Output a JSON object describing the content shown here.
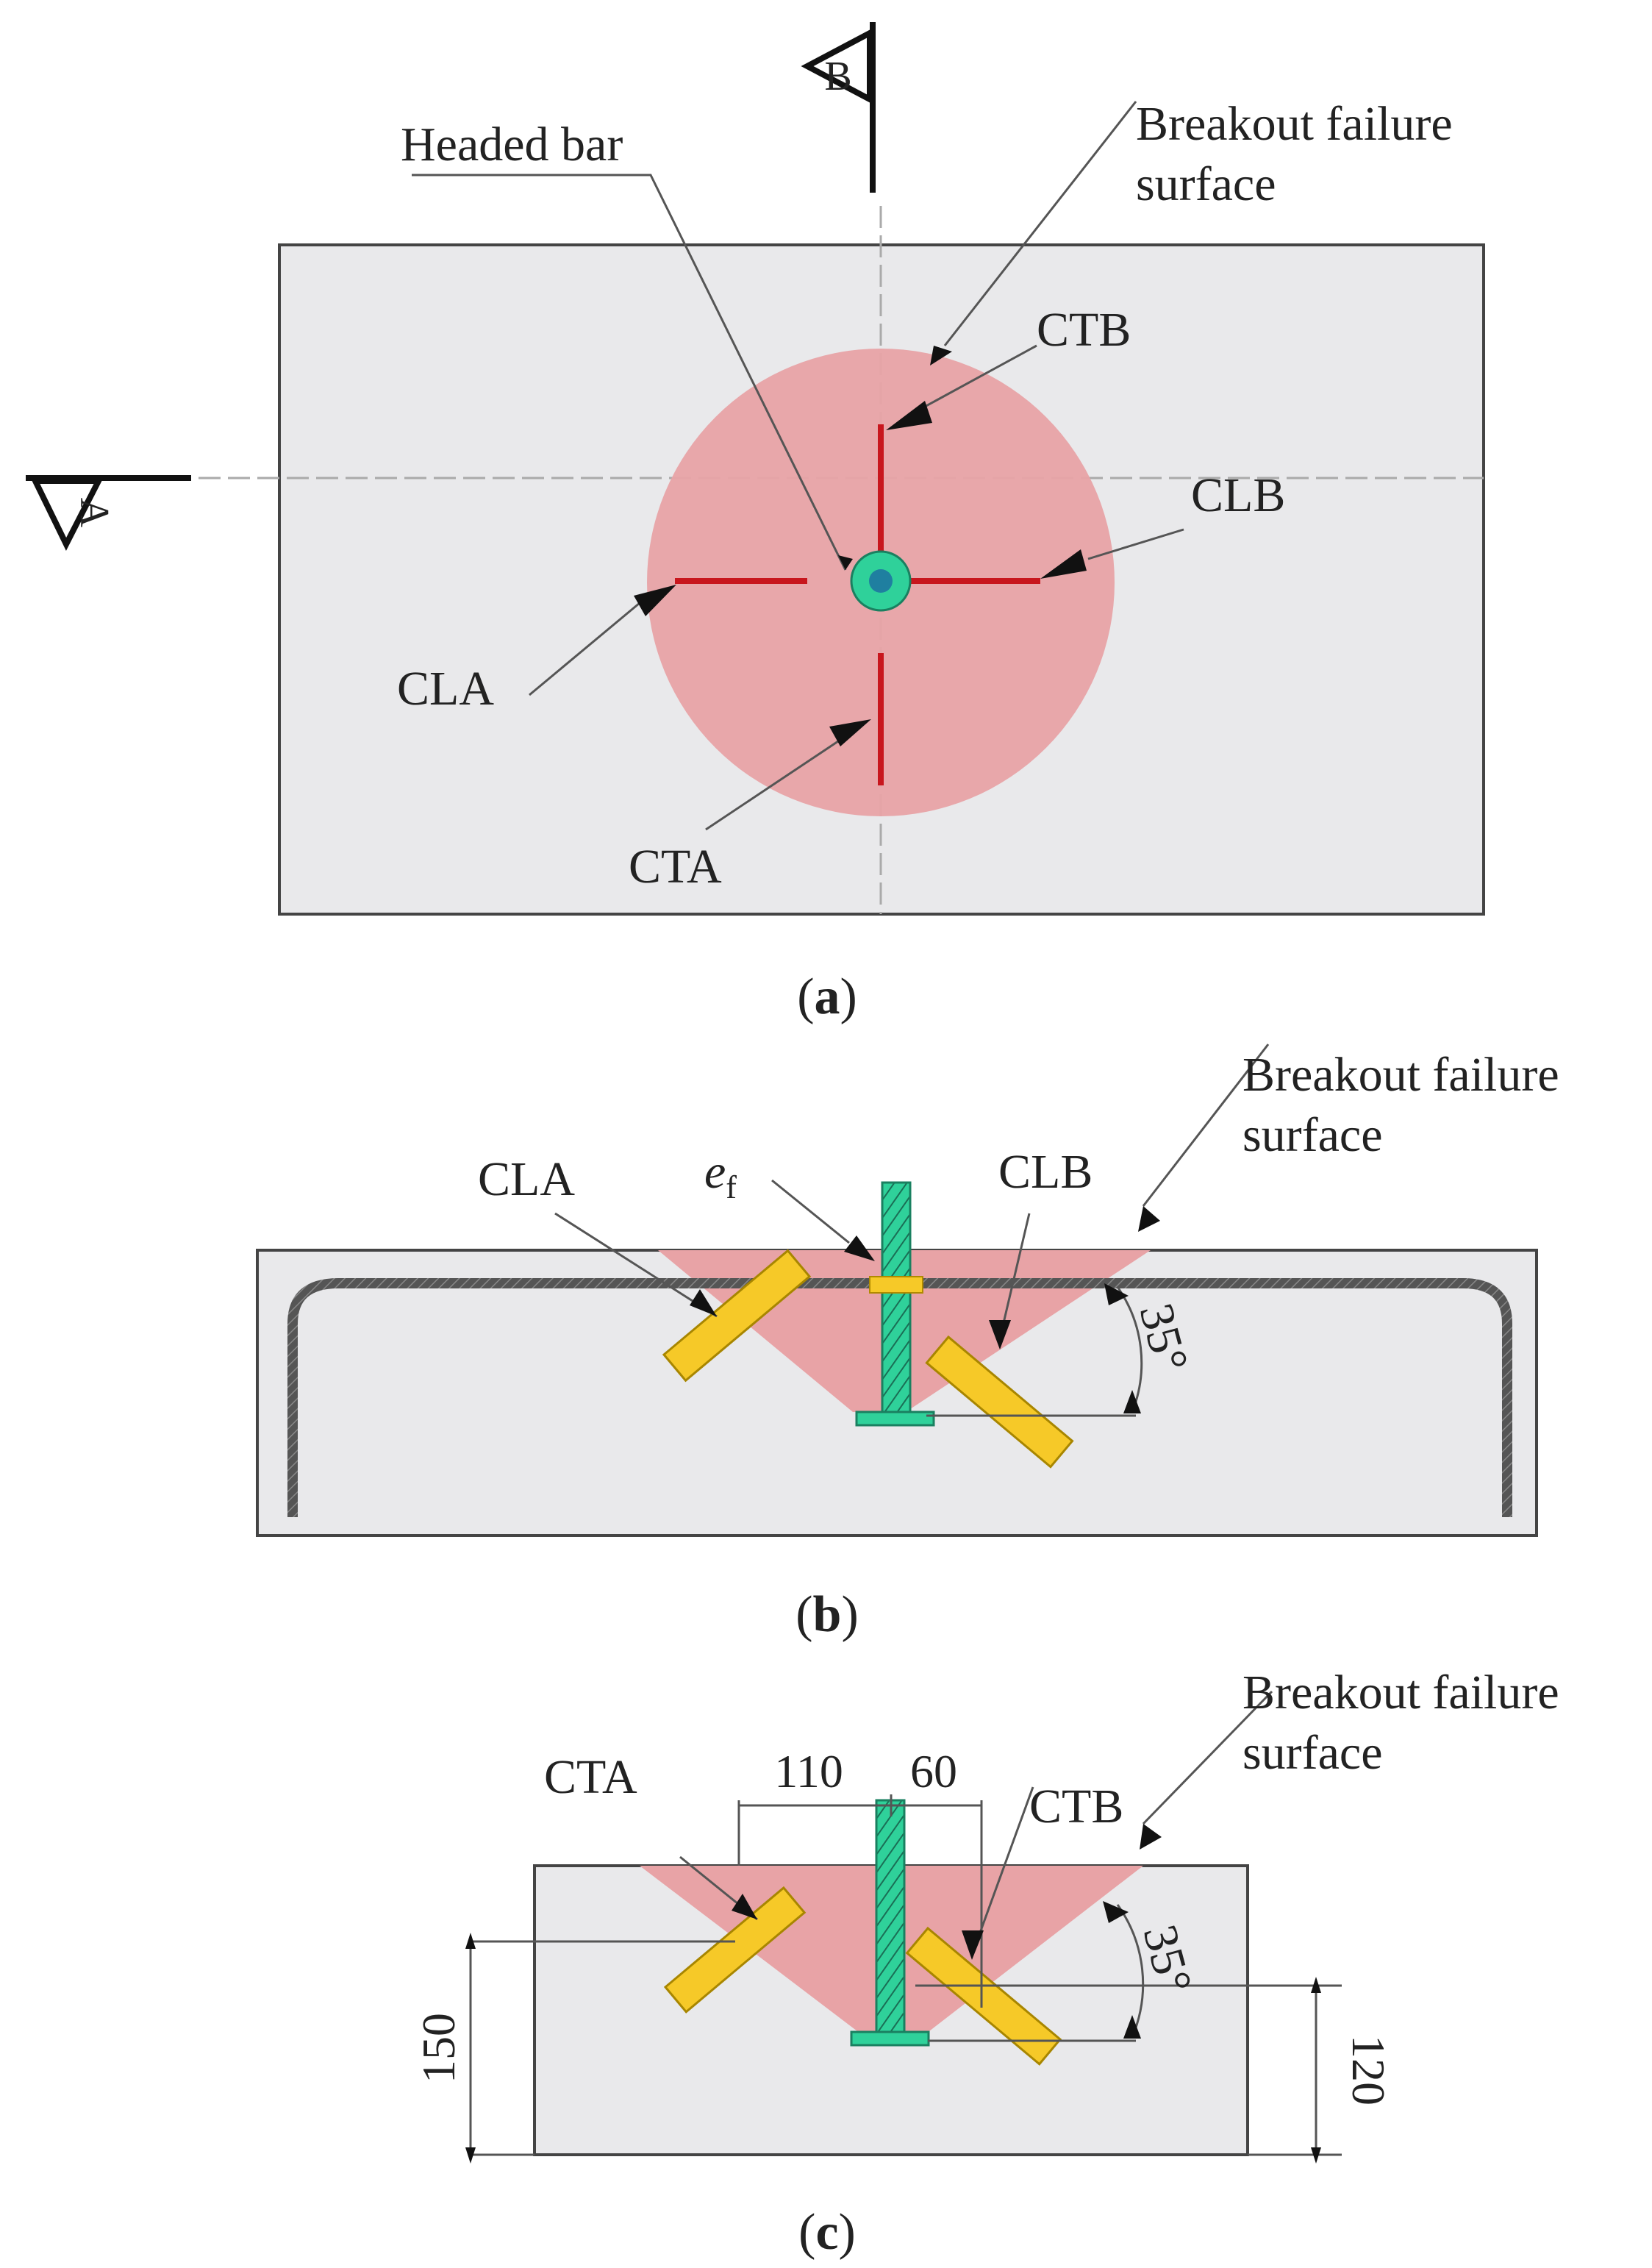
{
  "panel_a": {
    "section_marker_b": "B",
    "section_marker_a": "A",
    "headed_bar_label": "Headed bar",
    "breakout_label_line1": "Breakout failure",
    "breakout_label_line2": "surface",
    "ctb": "CTB",
    "clb": "CLB",
    "cla": "CLA",
    "cta": "CTA",
    "caption": "a"
  },
  "panel_b": {
    "breakout_label_line1": "Breakout failure",
    "breakout_label_line2": "surface",
    "cla": "CLA",
    "clb": "CLB",
    "ef_e": "e",
    "ef_sub": "f",
    "angle": "35°",
    "caption": "b"
  },
  "panel_c": {
    "breakout_label_line1": "Breakout failure",
    "breakout_label_line2": "surface",
    "cta": "CTA",
    "ctb": "CTB",
    "dim_left": "110",
    "dim_right": "60",
    "dim_depth_left": "150",
    "dim_depth_right": "120",
    "angle": "35°",
    "caption": "c"
  },
  "colors": {
    "concrete": "#e9e9eb",
    "breakout": "#e8a3a6",
    "crack": "#c8161d",
    "bar": "#2fd19a",
    "gauge": "#f6c928",
    "rebar": "#555555"
  }
}
